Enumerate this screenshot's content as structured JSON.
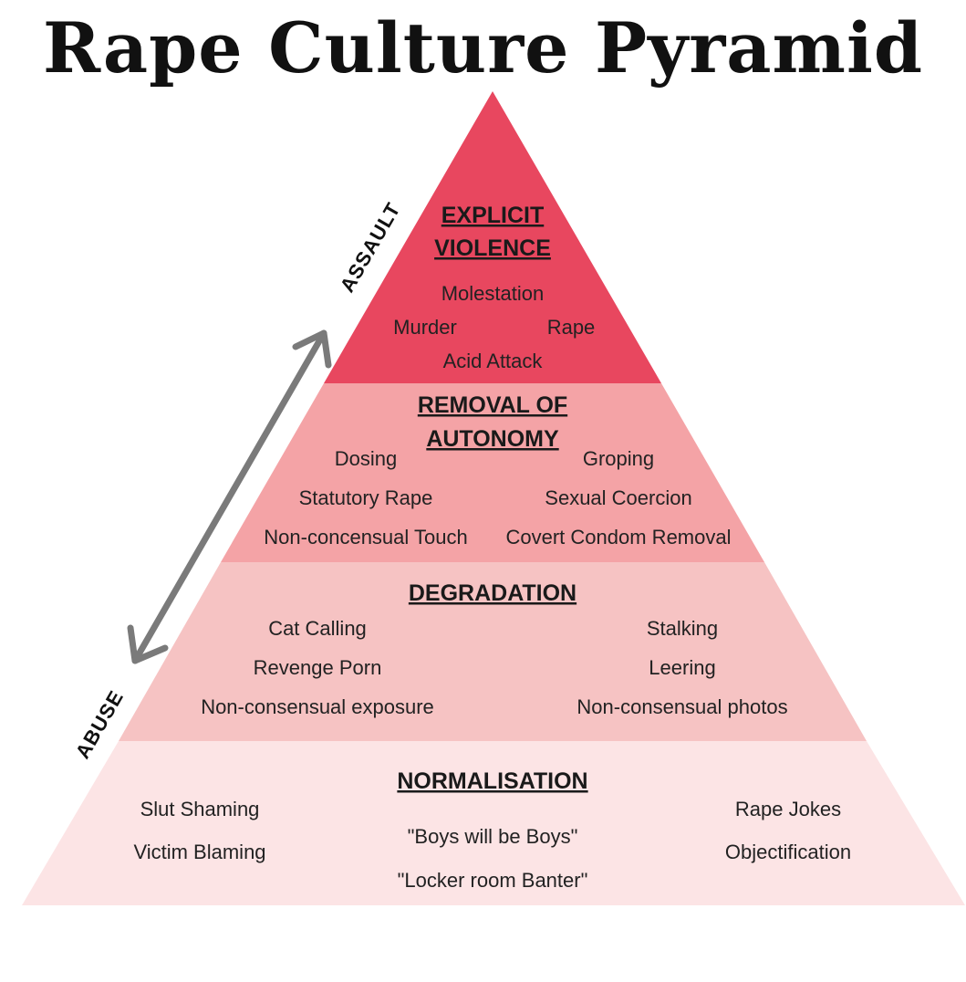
{
  "title": "Rape Culture Pyramid",
  "axis": {
    "top_label": "ASSAULT",
    "bottom_label": "ABUSE"
  },
  "colors": {
    "tier1": "#e8475f",
    "tier2": "#f4a3a6",
    "tier3": "#f6c3c3",
    "tier4": "#fce4e5",
    "arrow": "#7a7a7a"
  },
  "tiers": [
    {
      "heading_lines": [
        "EXPLICIT",
        "VIOLENCE"
      ],
      "items": [
        "Molestation",
        "Murder",
        "Rape",
        "Acid Attack"
      ]
    },
    {
      "heading_lines": [
        "REMOVAL OF",
        "AUTONOMY"
      ],
      "items": [
        "Dosing",
        "Groping",
        "Statutory Rape",
        "Sexual Coercion",
        "Non-concensual Touch",
        "Covert Condom Removal"
      ]
    },
    {
      "heading_lines": [
        "DEGRADATION"
      ],
      "items": [
        "Cat Calling",
        "Stalking",
        "Revenge Porn",
        "Leering",
        "Non-consensual exposure",
        "Non-consensual photos"
      ]
    },
    {
      "heading_lines": [
        "NORMALISATION"
      ],
      "items": [
        "Slut Shaming",
        "Victim Blaming",
        "\"Boys will be Boys\"",
        "\"Locker room Banter\"",
        "Rape Jokes",
        "Objectification"
      ]
    }
  ]
}
